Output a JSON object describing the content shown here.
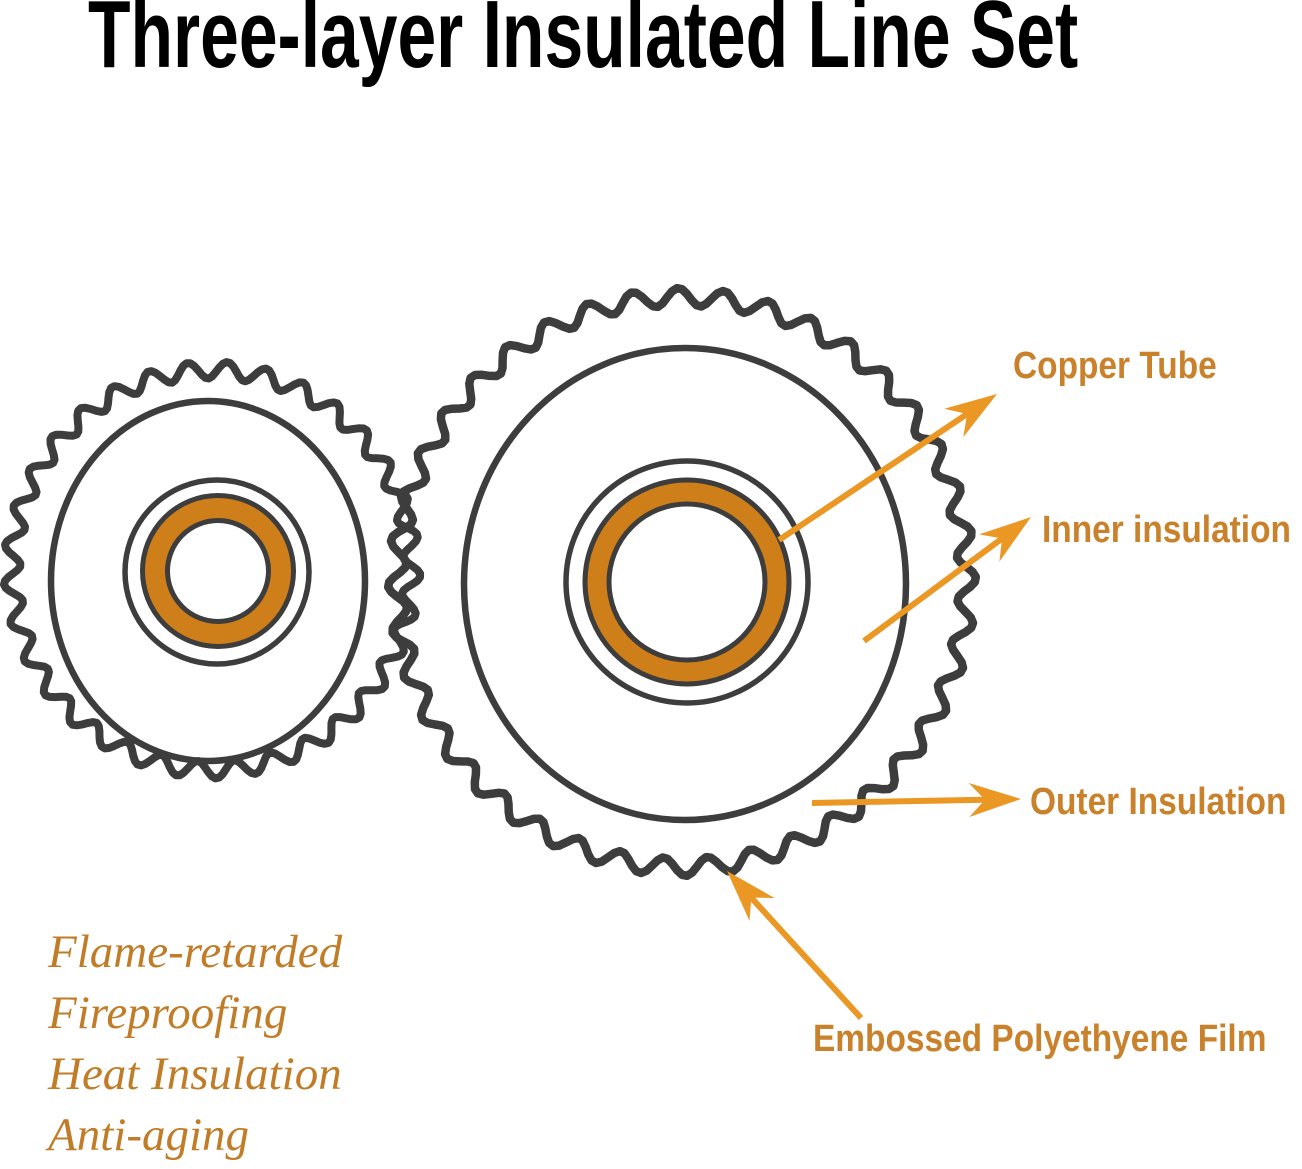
{
  "title": "Three-layer Insulated Line Set",
  "labels": {
    "copper_tube": "Copper Tube",
    "inner_insulation": "Inner insulation",
    "outer_insulation": "Outer Insulation",
    "embossed_film": "Embossed Polyethyene Film"
  },
  "features": [
    "Flame-retarded",
    "Fireproofing",
    "Heat Insulation",
    "Anti-aging"
  ],
  "colors": {
    "outline_dark": "#3e3d3d",
    "copper_fill": "#ce7f1a",
    "arrow_orange": "#ea9724",
    "label_text": "#c9822b",
    "feature_text": "#c07c27",
    "title_text": "#000000"
  }
}
